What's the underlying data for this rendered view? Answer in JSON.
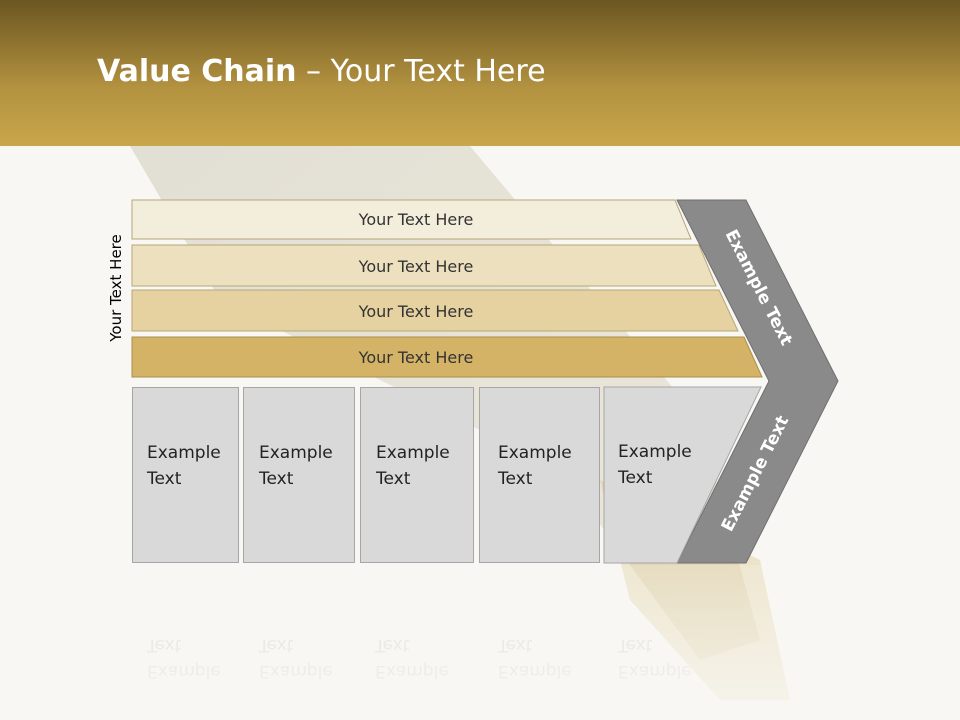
{
  "title_bold": "Value Chain",
  "title_rest": " – Your Text Here",
  "side_label": "Your Text Here",
  "rows": [
    "Your Text Here",
    "Your Text Here",
    "Your Text Here",
    "Your Text Here"
  ],
  "chevron_top": "Example Text",
  "chevron_bottom": "Example Text",
  "boxes": [
    {
      "line1": "Example",
      "line2": "Text"
    },
    {
      "line1": "Example",
      "line2": "Text"
    },
    {
      "line1": "Example",
      "line2": "Text"
    },
    {
      "line1": "Example",
      "line2": "Text"
    },
    {
      "line1": "Example",
      "line2": "Text"
    }
  ],
  "colors": {
    "header": "#b39240",
    "row1": "#f3eddc",
    "row2": "#ede0bf",
    "row3": "#e6d2a0",
    "row4": "#d4b366",
    "chevron": "#8a8a8a",
    "box": "#d9d9d9"
  }
}
